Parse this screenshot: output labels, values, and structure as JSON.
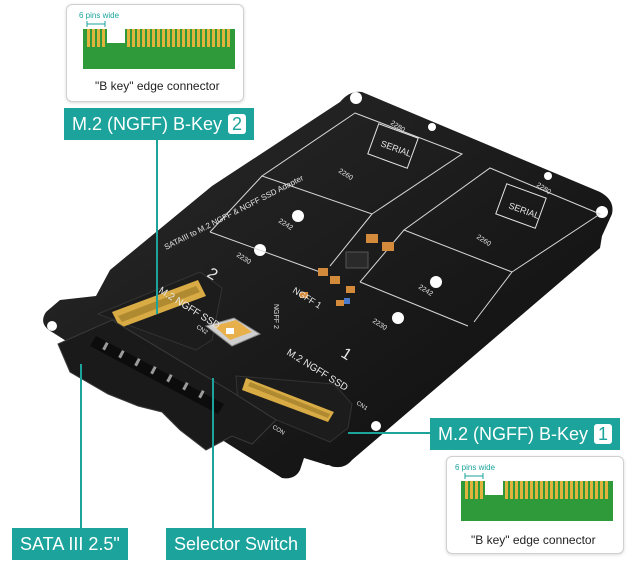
{
  "callout_top": {
    "pins_label": "6 pins wide",
    "connector_label": "\"B key\" edge connector"
  },
  "callout_bottom": {
    "pins_label": "6 pins wide",
    "connector_label": "\"B key\" edge connector"
  },
  "labels": {
    "slot2_text": "M.2 (NGFF) B-Key",
    "slot2_num": "2",
    "slot1_text": "M.2 (NGFF) B-Key",
    "slot1_num": "1",
    "sata": "SATA III 2.5\"",
    "selector": "Selector Switch"
  },
  "board": {
    "title": "SATAIII to M.2 NGFF & NGFF SSD Adapter",
    "slot2": "M.2 NGFF SSD",
    "slot1": "M.2 NGFF SSD",
    "slot2_digit": "2",
    "slot1_digit": "1",
    "ngff1": "NGFF 1",
    "ngff2": "NGFF 2",
    "size_2280a": "2280",
    "size_2260a": "2260",
    "size_2242a": "2242",
    "size_2230a": "2230",
    "size_2280b": "2280",
    "size_2260b": "2260",
    "size_2242b": "2242",
    "size_2230b": "2230",
    "cn1": "CN1",
    "cn2": "CN2",
    "con": "CON",
    "logo_a": "SERIAL",
    "logo_b": "SERIAL"
  },
  "colors": {
    "accent": "#1ba39c",
    "pcb": "#141414",
    "gold": "#d8ab45",
    "connector_green": "#2e9a3a"
  }
}
